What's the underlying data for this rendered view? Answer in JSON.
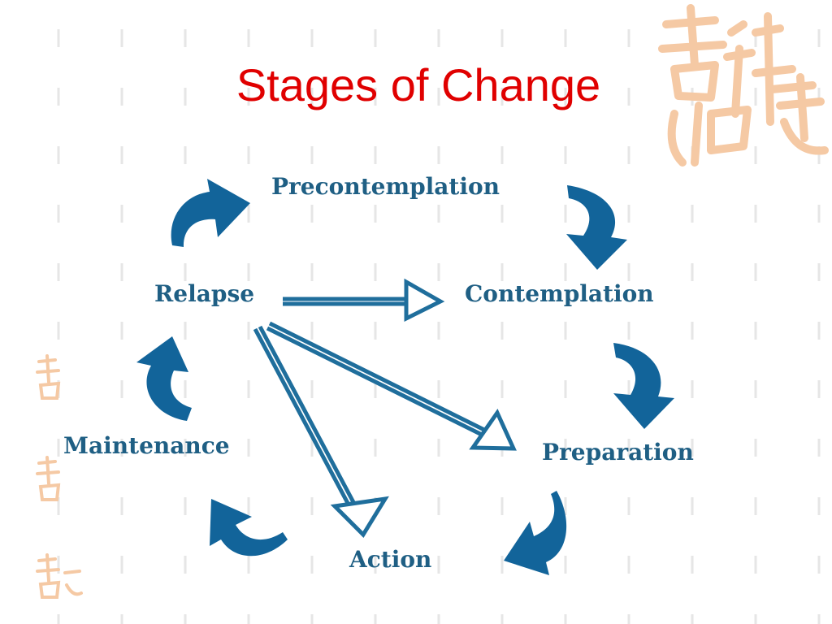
{
  "slide": {
    "title": "Stages of Change"
  },
  "diagram": {
    "stages": {
      "precontemplation": "Precontemplation",
      "contemplation": "Contemplation",
      "preparation": "Preparation",
      "action": "Action",
      "maintenance": "Maintenance",
      "relapse": "Relapse"
    }
  },
  "colors": {
    "title": "#e00000",
    "stage_text": "#1f5f84",
    "arrow_fill": "#12649a",
    "background_marks": "#e6e6e6",
    "seal": "#f5c9a4"
  },
  "decoration": {
    "seal_icon": "chinese-calligraphy-seal-icon"
  }
}
